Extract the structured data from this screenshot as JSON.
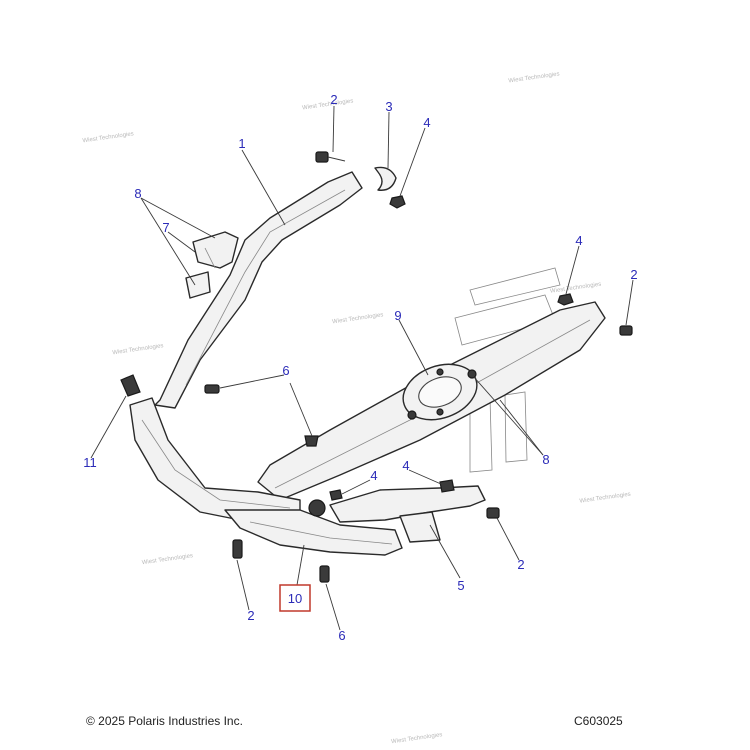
{
  "callouts": {
    "c1": "1",
    "c2a": "2",
    "c3": "3",
    "c4a": "4",
    "c8a": "8",
    "c7": "7",
    "c4b": "4",
    "c2b": "2",
    "c9": "9",
    "c6a": "6",
    "c11": "11",
    "c8b": "8",
    "c4c": "4",
    "c4d": "4",
    "c5": "5",
    "c2c": "2",
    "c2d": "2",
    "c10": "10",
    "c6b": "6"
  },
  "footer": {
    "copyright": "© 2025 Polaris Industries Inc.",
    "code": "C603025"
  },
  "colors": {
    "callout": "#2b2bb8",
    "highlight_box": "#c0392b"
  }
}
